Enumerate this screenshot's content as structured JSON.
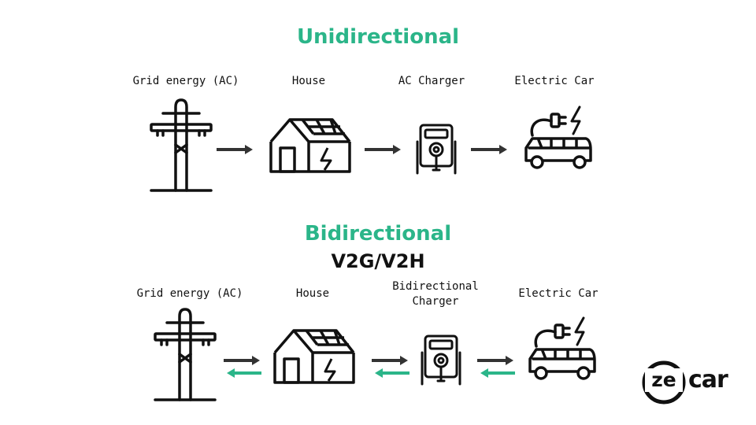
{
  "colors": {
    "accent": "#2bb589",
    "ink": "#111111",
    "arrow": "#333333"
  },
  "unidirectional": {
    "title": "Unidirectional",
    "labels": {
      "grid": "Grid energy (AC)",
      "house": "House",
      "charger": "AC Charger",
      "car": "Electric Car"
    }
  },
  "bidirectional": {
    "title": "Bidirectional",
    "subtitle": "V2G/V2H",
    "labels": {
      "grid": "Grid energy (AC)",
      "house": "House",
      "charger_line1": "Bidirectional",
      "charger_line2": "Charger",
      "car": "Electric Car"
    }
  },
  "logo": {
    "brand_prefix": "ze",
    "brand_suffix": "car"
  }
}
